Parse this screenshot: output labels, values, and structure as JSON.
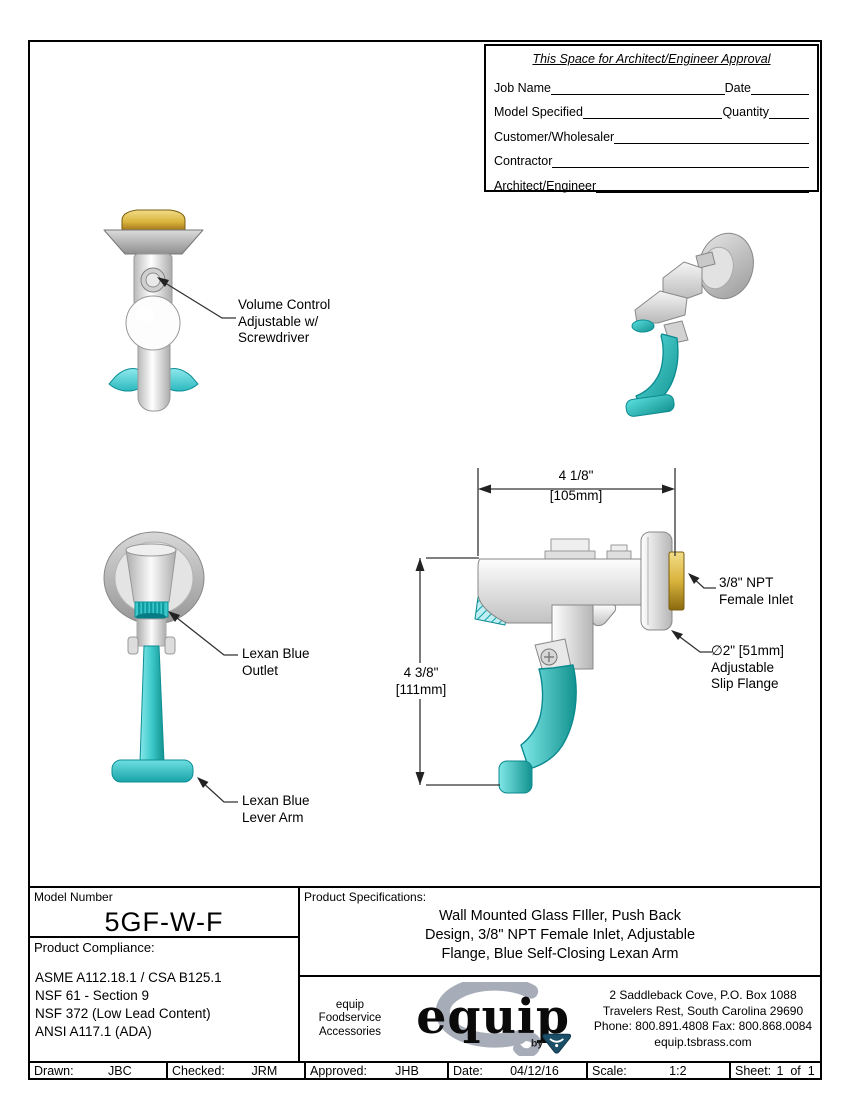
{
  "colors": {
    "teal": "#3CC9C9",
    "teal_dark": "#0D8F96",
    "brass": "#D5AF3E",
    "navy": "#1B4F68",
    "swoosh_gray": "#A7ADB8"
  },
  "approval": {
    "title": "This Space for Architect/Engineer Approval",
    "rows": [
      {
        "label": "Job Name",
        "label2": "Date"
      },
      {
        "label": "Model Specified",
        "label2": "Quantity"
      },
      {
        "label": "Customer/Wholesaler"
      },
      {
        "label": "Contractor"
      },
      {
        "label": "Architect/Engineer"
      }
    ]
  },
  "callouts": {
    "volume_control": "Volume Control\nAdjustable w/\nScrewdriver",
    "outlet": "Lexan Blue\nOutlet",
    "lever_arm": "Lexan Blue\nLever Arm",
    "inlet": "3/8\" NPT\nFemale Inlet",
    "slip_flange": "∅2\" [51mm]\nAdjustable\nSlip Flange"
  },
  "dimensions": {
    "width_in": "4 1/8\"",
    "width_mm": "[105mm]",
    "height_label": "4 3/8\"\n[111mm]"
  },
  "title_block": {
    "model_number_label": "Model Number",
    "model_number": "5GF-W-F",
    "compliance_label": "Product Compliance:",
    "compliance_items": [
      "ASME A112.18.1 / CSA B125.1",
      "NSF 61 - Section 9",
      "NSF 372 (Low Lead Content)",
      "ANSI A117.1 (ADA)"
    ],
    "specs_label": "Product Specifications:",
    "specs_text": "Wall Mounted Glass FIller, Push Back\nDesign, 3/8\" NPT Female Inlet, Adjustable\nFlange, Blue Self-Closing Lexan Arm",
    "brand": {
      "tagline": "equip\nFoodservice\nAccessories",
      "logo_text": "equip",
      "logo_by": "by"
    },
    "address": "2 Saddleback Cove, P.O. Box 1088\nTravelers Rest, South Carolina 29690\nPhone: 800.891.4808  Fax: 800.868.0084\nequip.tsbrass.com",
    "footer": [
      {
        "label": "Drawn:",
        "value": "JBC"
      },
      {
        "label": "Checked:",
        "value": "JRM"
      },
      {
        "label": "Approved:",
        "value": "JHB"
      },
      {
        "label": "Date:",
        "value": "04/12/16"
      },
      {
        "label": "Scale:",
        "value": "1:2"
      },
      {
        "label": "Sheet:",
        "value": "1  of  1"
      }
    ]
  }
}
